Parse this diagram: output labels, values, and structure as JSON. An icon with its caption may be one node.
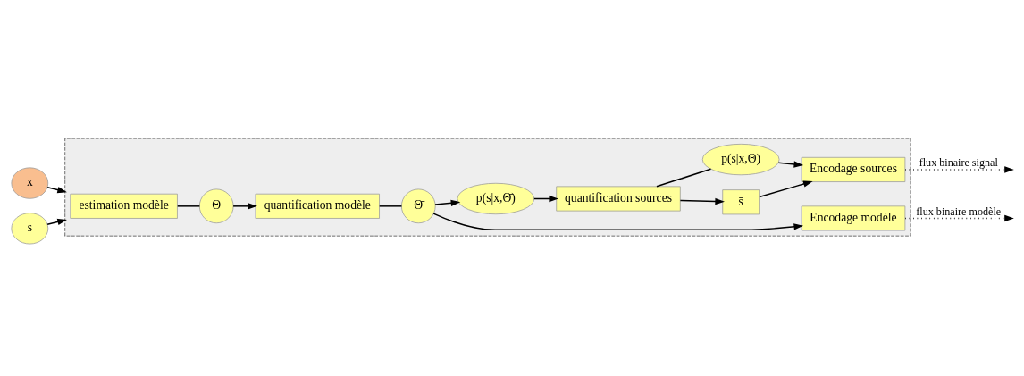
{
  "diagram": {
    "nodes": [
      {
        "text": [
          "x"
        ]
      },
      {
        "text": [
          "s"
        ]
      },
      {
        "text": [],
        "shape": "box"
      },
      {
        "text": [
          "estimation modèle"
        ],
        "in": 2
      },
      {
        "text": [
          "Θ"
        ],
        "in": 2
      },
      {
        "text": [
          "quantification modèle"
        ],
        "in": 2
      },
      {
        "text": [
          "Θ̄"
        ],
        "in": 2
      },
      {
        "text": [
          "p(s|x,Θ̄)"
        ],
        "in": 2
      },
      {
        "text": [
          "quantification sources"
        ],
        "in": 2
      },
      {
        "text": [
          "s̄"
        ],
        "in": 2
      },
      {
        "text": [
          "p(s̄|x,Θ̄)"
        ],
        "in": 2
      },
      {
        "text": [
          "Encodage sources"
        ],
        "in": 2
      },
      {
        "text": [
          "Encodage modèle"
        ],
        "in": 2
      }
    ],
    "edges": [
      {
        "from": 0,
        "to": 2,
        "arrow": "to"
      },
      {
        "from": 1,
        "to": 2,
        "arrow": "to"
      },
      {
        "from": 3,
        "to": 4,
        "arrow": "none"
      },
      {
        "from": 4,
        "to": 5,
        "arrow": "to"
      },
      {
        "from": 5,
        "to": 6,
        "arrow": "none"
      },
      {
        "from": 6,
        "to": 7,
        "arrow": "to"
      },
      {
        "from": 6,
        "to": 12,
        "arrow": "to"
      },
      {
        "from": 7,
        "to": 8,
        "arrow": "to"
      },
      {
        "from": 8,
        "to": 9,
        "arrow": "to"
      },
      {
        "from": 9,
        "to": 11,
        "arrow": "to"
      },
      {
        "from": 8,
        "to": 10,
        "arrow": "none"
      },
      {
        "from": 10,
        "to": 11,
        "arrow": "to"
      },
      {
        "from": 11,
        "to": null,
        "arrow": "to",
        "label": "flux binaire signal",
        "style": "dashed"
      },
      {
        "from": 12,
        "to": null,
        "arrow": "to",
        "label": "flux binaire modèle",
        "style": "dashed"
      }
    ]
  }
}
